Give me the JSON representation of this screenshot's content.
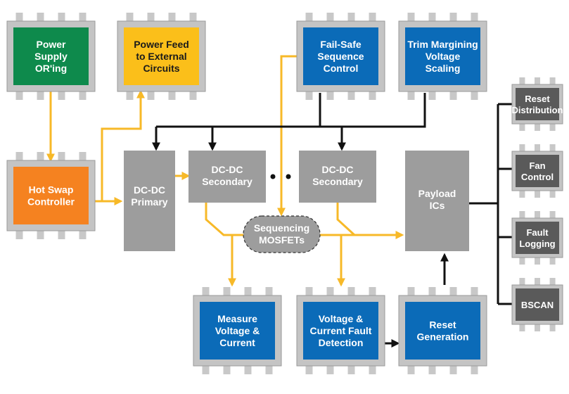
{
  "colors": {
    "green": "#0e8a4c",
    "yellow": "#fbbf1a",
    "orange": "#f58220",
    "blue": "#0b6bb8",
    "gray_block": "#9d9d9d",
    "chip_frame": "#c4c4c4",
    "dark_chip": "#5a5a5a",
    "yellow_line": "#f7b928",
    "black_line": "#111111"
  },
  "chips": {
    "power_supply": "Power\nSupply\nOR'ing",
    "power_feed": "Power Feed\nto External\nCircuits",
    "fail_safe": "Fail-Safe\nSequence\nControl",
    "trim_margining": "Trim Margining\nVoltage\nScaling",
    "hot_swap": "Hot Swap\nController",
    "measure": "Measure\nVoltage &\nCurrent",
    "fault_detection": "Voltage &\nCurrent Fault\nDetection",
    "reset_generation": "Reset\nGeneration"
  },
  "blocks": {
    "dcdc_primary": "DC-DC\nPrimary",
    "dcdc_secondary_1": "DC-DC\nSecondary",
    "dcdc_secondary_2": "DC-DC\nSecondary",
    "payload": "Payload\nICs",
    "sequencing": "Sequencing\nMOSFETs"
  },
  "side_chips": {
    "reset_distribution": "Reset\nDistribution",
    "fan_control": "Fan\nControl",
    "fault_logging": "Fault\nLogging",
    "bscan": "BSCAN"
  },
  "icons": [
    "ellipsis-dots-icon"
  ]
}
